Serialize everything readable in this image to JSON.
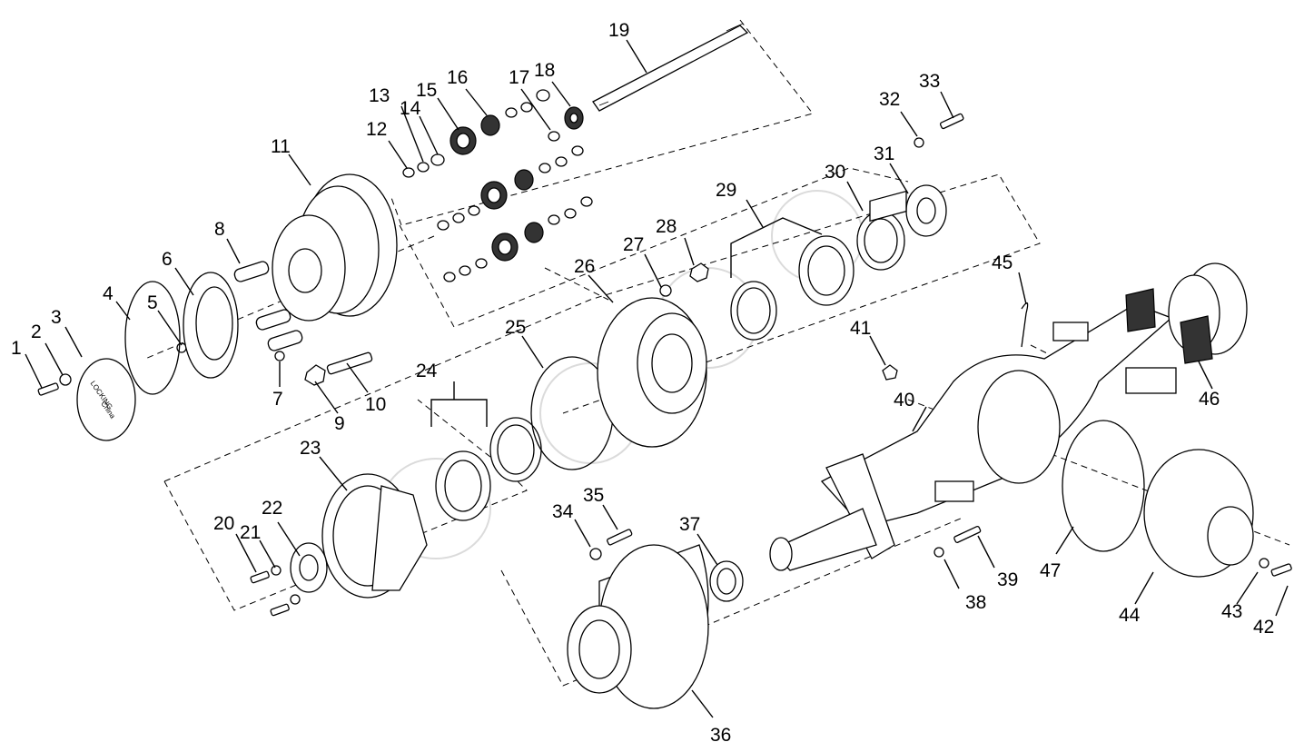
{
  "callouts": [
    "1",
    "2",
    "3",
    "4",
    "5",
    "6",
    "7",
    "8",
    "9",
    "10",
    "11",
    "12",
    "13",
    "14",
    "15",
    "16",
    "17",
    "18",
    "19",
    "20",
    "21",
    "22",
    "23",
    "24",
    "25",
    "26",
    "27",
    "28",
    "29",
    "30",
    "31",
    "32",
    "33",
    "34",
    "35",
    "36",
    "37",
    "38",
    "39",
    "40",
    "41",
    "42",
    "43",
    "44",
    "45",
    "46",
    "47"
  ],
  "cover_text": "LOCKING",
  "cover_text_2": "China"
}
